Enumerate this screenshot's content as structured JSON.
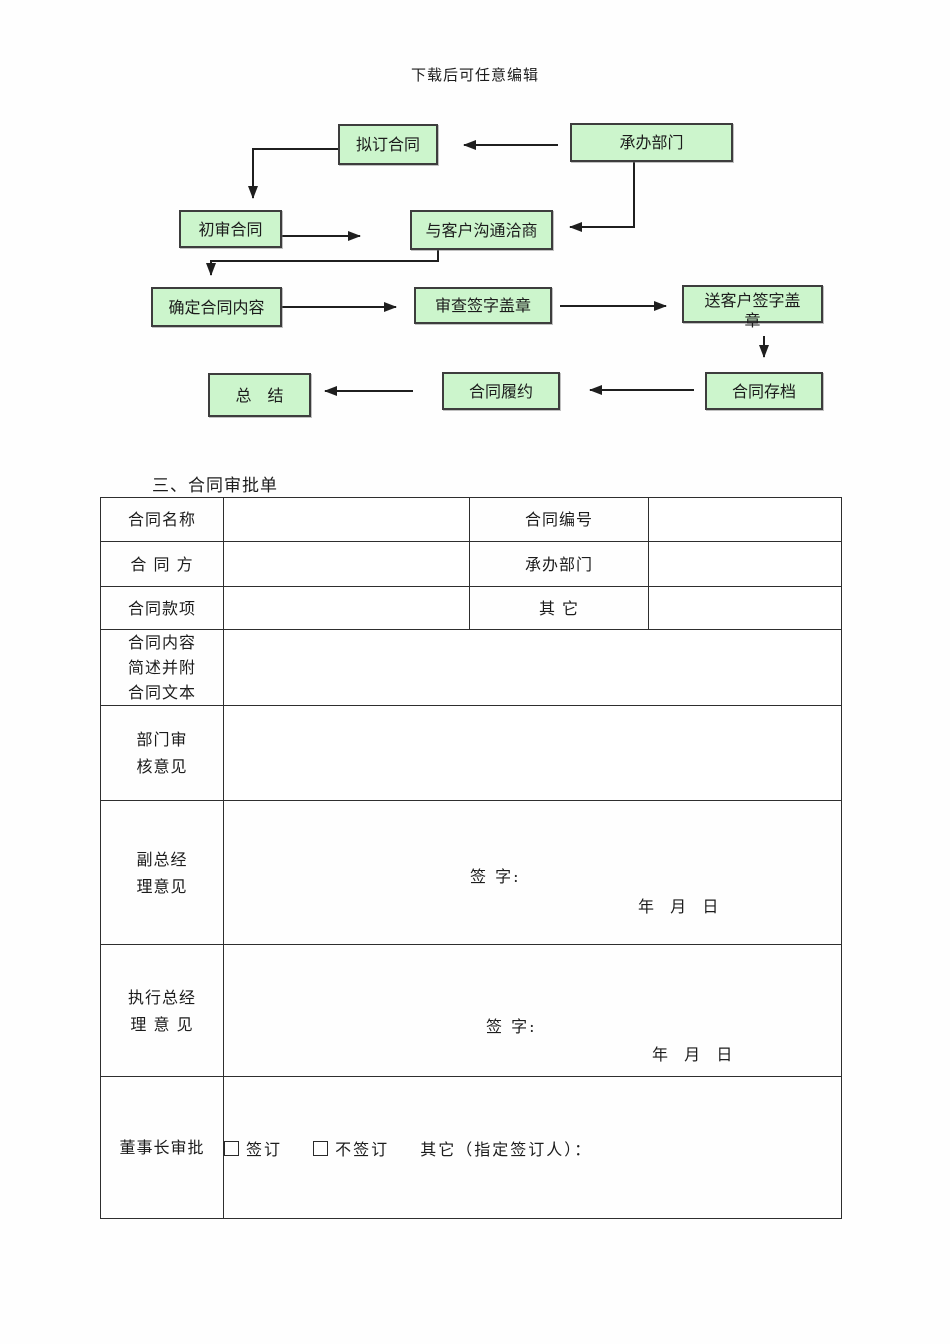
{
  "header": {
    "note": "下载后可任意编辑"
  },
  "flowchart": {
    "nodes": [
      {
        "id": "draft-contract",
        "label": "拟订合同"
      },
      {
        "id": "handling-department",
        "label": "承办部门"
      },
      {
        "id": "initial-review",
        "label": "初审合同"
      },
      {
        "id": "client-negotiation",
        "label": "与客户沟通洽商"
      },
      {
        "id": "confirm-content",
        "label": "确定合同内容"
      },
      {
        "id": "review-sign-seal",
        "label": "审查签字盖章"
      },
      {
        "id": "send-client-sign-seal",
        "label": "送客户签字盖\n章"
      },
      {
        "id": "summary",
        "label": "总　结"
      },
      {
        "id": "contract-performance",
        "label": "合同履约"
      },
      {
        "id": "contract-archive",
        "label": "合同存档"
      }
    ]
  },
  "section": {
    "title": "三、合同审批单"
  },
  "form": {
    "row1": {
      "left_label": "合同名称",
      "left_value": "",
      "right_label": "合同编号",
      "right_value": ""
    },
    "row2": {
      "left_label": "合 同 方",
      "left_value": "",
      "right_label": "承办部门",
      "right_value": ""
    },
    "row3": {
      "left_label": "合同款项",
      "left_value": "",
      "right_label": "其 它",
      "right_value": ""
    },
    "row4": {
      "label": "合同内容\n简述并附\n合同文本",
      "value": ""
    },
    "row5": {
      "label": "部门审\n核意见",
      "value": ""
    },
    "row6": {
      "label": "副总经\n理意见",
      "sign_label": "签 字:",
      "date_label": "年  月  日"
    },
    "row7": {
      "label": "执行总经\n理 意 见",
      "sign_label": "签 字:",
      "date_label": "年  月  日"
    },
    "row8": {
      "label": "董事长审批",
      "options": [
        {
          "label": "签订"
        },
        {
          "label": "不签订"
        }
      ],
      "other_label": "其它（指定签订人）："
    }
  },
  "colors": {
    "node_fill": "#ccf5cc",
    "node_border": "#3d3d3d",
    "arrow": "#1f1f1f"
  }
}
